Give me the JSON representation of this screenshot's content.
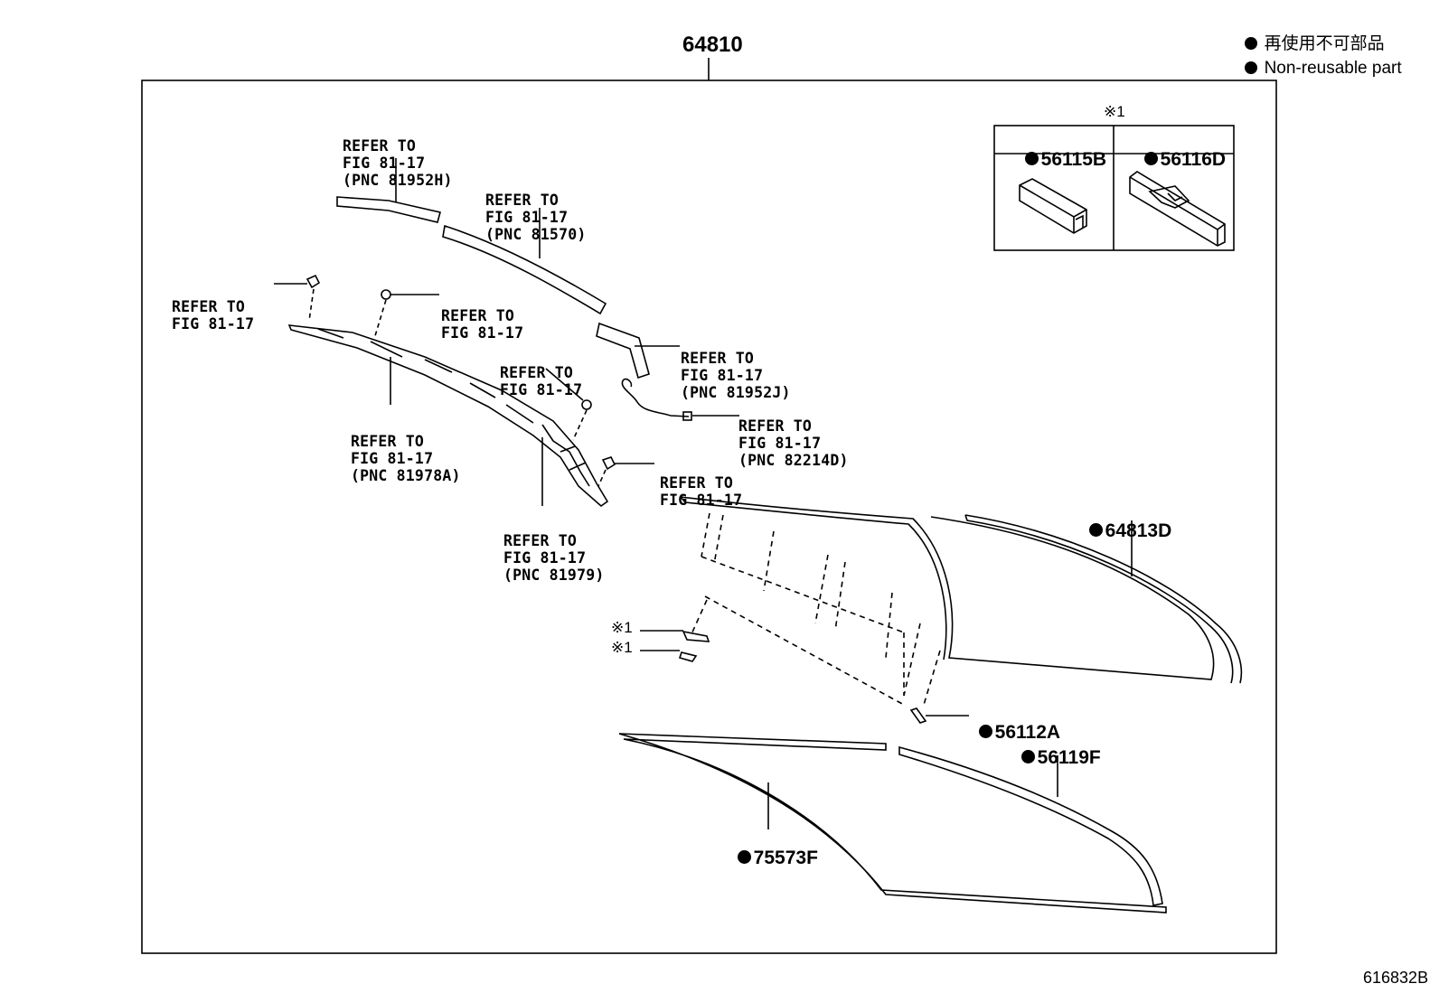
{
  "legend": {
    "line1": "再使用不可部品",
    "line2": "Non-reusable part"
  },
  "main_part_number": "64810",
  "callouts": {
    "c1": [
      "REFER TO",
      "FIG 81-17",
      "(PNC 81952H)"
    ],
    "c2": [
      "REFER TO",
      "FIG 81-17",
      "(PNC 81570)"
    ],
    "c3": [
      "REFER TO",
      "FIG 81-17"
    ],
    "c4": [
      "REFER TO",
      "FIG 81-17"
    ],
    "c5": [
      "REFER TO",
      "FIG 81-17",
      "(PNC 81952J)"
    ],
    "c6": [
      "REFER TO",
      "FIG 81-17"
    ],
    "c7": [
      "REFER TO",
      "FIG 81-17",
      "(PNC 82214D)"
    ],
    "c8": [
      "REFER TO",
      "FIG 81-17",
      "(PNC 81978A)"
    ],
    "c9": [
      "REFER TO",
      "FIG 81-17"
    ],
    "c10": [
      "REFER TO",
      "FIG 81-17",
      "(PNC 81979)"
    ]
  },
  "parts": {
    "p64813D": "64813D",
    "p56112A": "56112A",
    "p56119F": "56119F",
    "p75573F": "75573F"
  },
  "kit_table": {
    "note": "※1",
    "col1": "56115B",
    "col2": "56116D"
  },
  "note_refs": {
    "r1": "※1",
    "r2": "※1"
  },
  "diagram_number": "616832B"
}
